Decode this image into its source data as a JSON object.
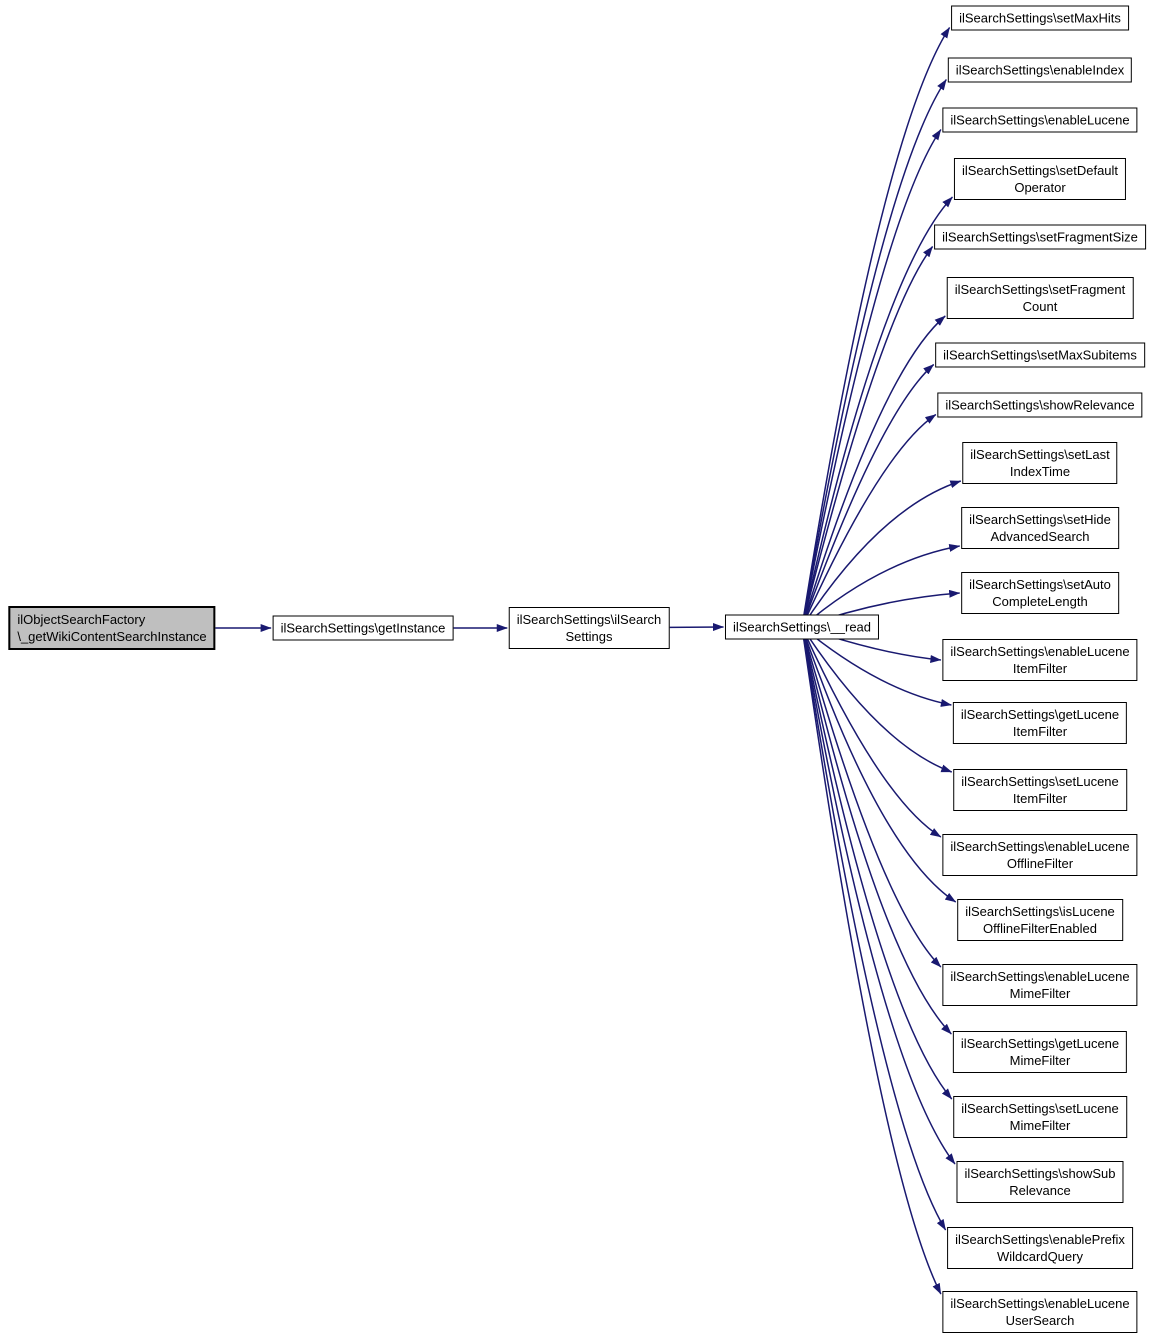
{
  "diagram": {
    "type": "call-graph",
    "colors": {
      "edge": "#191970",
      "node_border": "#000000",
      "node_fill": "#ffffff",
      "highlight_fill": "#bfbfbf",
      "background": "#ffffff"
    },
    "nodes": {
      "factory": {
        "label": "ilObjectSearchFactory\n\\_getWikiContentSearchInstance",
        "highlighted": true
      },
      "getInstance": {
        "label": "ilSearchSettings\\getInstance"
      },
      "ilSearchSettings": {
        "label": "ilSearchSettings\\ilSearch\nSettings"
      },
      "read": {
        "label": "ilSearchSettings\\__read"
      },
      "setMaxHits": {
        "label": "ilSearchSettings\\setMaxHits"
      },
      "enableIndex": {
        "label": "ilSearchSettings\\enableIndex"
      },
      "enableLucene": {
        "label": "ilSearchSettings\\enableLucene"
      },
      "setDefaultOperator": {
        "label": "ilSearchSettings\\setDefault\nOperator"
      },
      "setFragmentSize": {
        "label": "ilSearchSettings\\setFragmentSize"
      },
      "setFragmentCount": {
        "label": "ilSearchSettings\\setFragment\nCount"
      },
      "setMaxSubitems": {
        "label": "ilSearchSettings\\setMaxSubitems"
      },
      "showRelevance": {
        "label": "ilSearchSettings\\showRelevance"
      },
      "setLastIndexTime": {
        "label": "ilSearchSettings\\setLast\nIndexTime"
      },
      "setHideAdvancedSearch": {
        "label": "ilSearchSettings\\setHide\nAdvancedSearch"
      },
      "setAutoCompleteLength": {
        "label": "ilSearchSettings\\setAuto\nCompleteLength"
      },
      "enableLuceneItemFilter": {
        "label": "ilSearchSettings\\enableLucene\nItemFilter"
      },
      "getLuceneItemFilter": {
        "label": "ilSearchSettings\\getLucene\nItemFilter"
      },
      "setLuceneItemFilter": {
        "label": "ilSearchSettings\\setLucene\nItemFilter"
      },
      "enableLuceneOfflineFilter": {
        "label": "ilSearchSettings\\enableLucene\nOfflineFilter"
      },
      "isLuceneOfflineFilterEnabled": {
        "label": "ilSearchSettings\\isLucene\nOfflineFilterEnabled"
      },
      "enableLuceneMimeFilter": {
        "label": "ilSearchSettings\\enableLucene\nMimeFilter"
      },
      "getLuceneMimeFilter": {
        "label": "ilSearchSettings\\getLucene\nMimeFilter"
      },
      "setLuceneMimeFilter": {
        "label": "ilSearchSettings\\setLucene\nMimeFilter"
      },
      "showSubRelevance": {
        "label": "ilSearchSettings\\showSub\nRelevance"
      },
      "enablePrefixWildcardQuery": {
        "label": "ilSearchSettings\\enablePrefix\nWildcardQuery"
      },
      "enableLuceneUserSearch": {
        "label": "ilSearchSettings\\enableLucene\nUserSearch"
      }
    },
    "edges": [
      [
        "factory",
        "getInstance"
      ],
      [
        "getInstance",
        "ilSearchSettings"
      ],
      [
        "ilSearchSettings",
        "read"
      ],
      [
        "read",
        "setMaxHits"
      ],
      [
        "read",
        "enableIndex"
      ],
      [
        "read",
        "enableLucene"
      ],
      [
        "read",
        "setDefaultOperator"
      ],
      [
        "read",
        "setFragmentSize"
      ],
      [
        "read",
        "setFragmentCount"
      ],
      [
        "read",
        "setMaxSubitems"
      ],
      [
        "read",
        "showRelevance"
      ],
      [
        "read",
        "setLastIndexTime"
      ],
      [
        "read",
        "setHideAdvancedSearch"
      ],
      [
        "read",
        "setAutoCompleteLength"
      ],
      [
        "read",
        "enableLuceneItemFilter"
      ],
      [
        "read",
        "getLuceneItemFilter"
      ],
      [
        "read",
        "setLuceneItemFilter"
      ],
      [
        "read",
        "enableLuceneOfflineFilter"
      ],
      [
        "read",
        "isLuceneOfflineFilterEnabled"
      ],
      [
        "read",
        "enableLuceneMimeFilter"
      ],
      [
        "read",
        "getLuceneMimeFilter"
      ],
      [
        "read",
        "setLuceneMimeFilter"
      ],
      [
        "read",
        "showSubRelevance"
      ],
      [
        "read",
        "enablePrefixWildcardQuery"
      ],
      [
        "read",
        "enableLuceneUserSearch"
      ]
    ]
  }
}
